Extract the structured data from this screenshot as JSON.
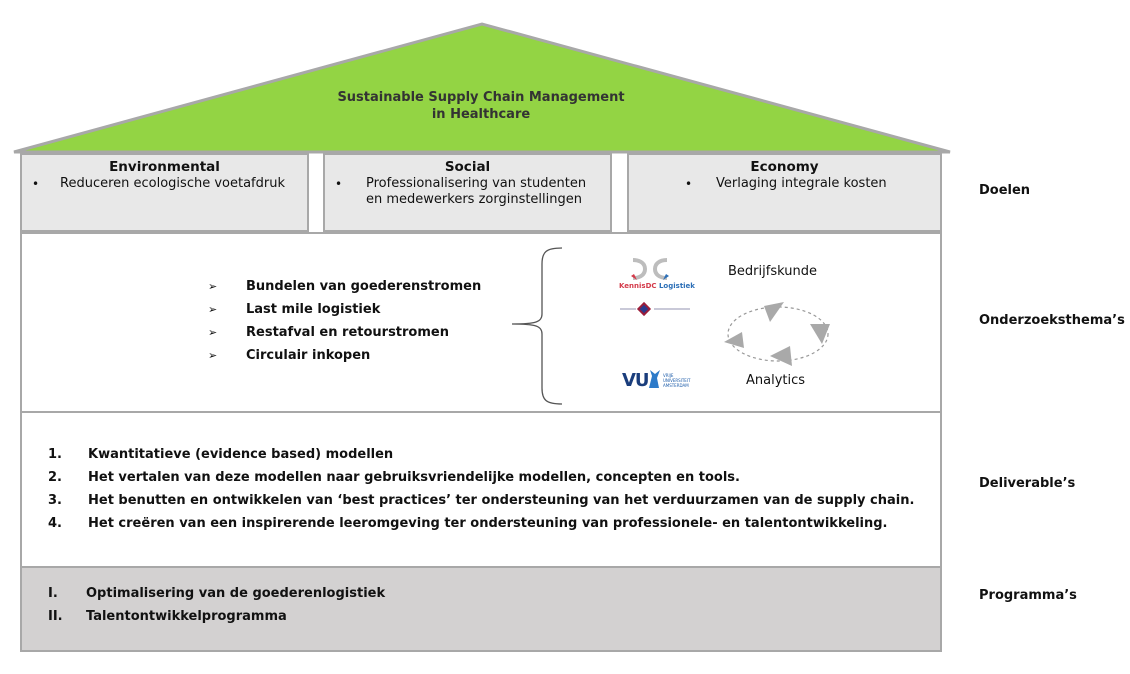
{
  "roof": {
    "title_line1": "Sustainable Supply Chain Management",
    "title_line2": "in Healthcare",
    "fill_color": "#93d444",
    "border_color": "#a8a8a8"
  },
  "goals": {
    "environmental": {
      "title": "Environmental",
      "bullet": "Reduceren ecologische voetafdruk"
    },
    "social": {
      "title": "Social",
      "bullet_line1": "Professionalisering van studenten",
      "bullet_line2": "en medewerkers zorginstellingen"
    },
    "economy": {
      "title": "Economy",
      "bullet": "Verlaging integrale kosten"
    },
    "bullet_symbol": "•",
    "box_color": "#e8e8e8"
  },
  "themes": {
    "arrow_symbol": "➢",
    "items": [
      "Bundelen van goederenstromen",
      "Last mile logistiek",
      "Restafval en retourstromen",
      "Circulair inkopen"
    ],
    "cycle_top_label": "Bedrijfskunde",
    "cycle_bottom_label": "Analytics",
    "logos": {
      "kennisdc_part1": "KennisDC",
      "kennisdc_part2": " Logistiek",
      "vu": "VU",
      "vu_small": "VRIJE\nUNIVERSITEIT\nAMSTERDAM"
    }
  },
  "deliverables": {
    "items": [
      {
        "num": "1.",
        "text": "Kwantitatieve (evidence based) modellen"
      },
      {
        "num": "2.",
        "text": "Het vertalen van deze modellen naar gebruiksvriendelijke modellen, concepten en tools."
      },
      {
        "num": "3.",
        "text": "Het benutten en ontwikkelen van ‘best practices’ ter ondersteuning van het verduurzamen van de supply chain."
      },
      {
        "num": "4.",
        "text": "Het creëren van een inspirerende leeromgeving ter ondersteuning van professionele- en talentontwikkeling."
      }
    ]
  },
  "programs": {
    "items": [
      {
        "num": "I.",
        "text": "Optimalisering van de goederenlogistiek"
      },
      {
        "num": "II.",
        "text": "Talentontwikkelprogramma"
      }
    ],
    "fill_color": "#d3d1d1"
  },
  "row_labels": {
    "goals": "Doelen",
    "themes": "Onderzoeksthema’s",
    "deliverables": "Deliverable’s",
    "programs": "Programma’s"
  }
}
